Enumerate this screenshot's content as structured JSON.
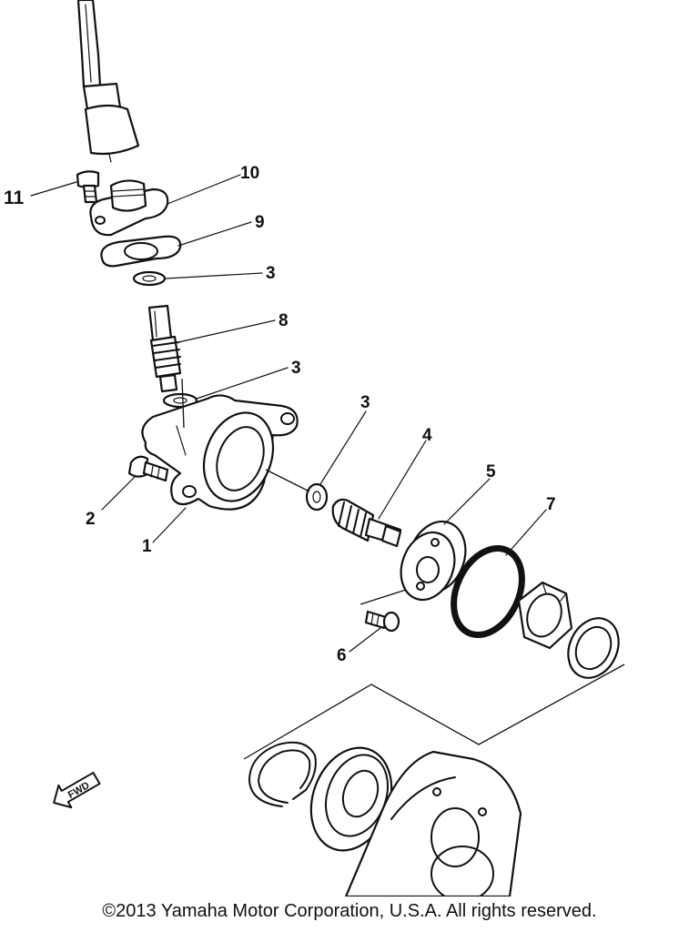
{
  "callouts": [
    {
      "id": "1",
      "label": "1"
    },
    {
      "id": "2",
      "label": "2"
    },
    {
      "id": "3a",
      "label": "3"
    },
    {
      "id": "3b",
      "label": "3"
    },
    {
      "id": "3c",
      "label": "3"
    },
    {
      "id": "4",
      "label": "4"
    },
    {
      "id": "5",
      "label": "5"
    },
    {
      "id": "6",
      "label": "6"
    },
    {
      "id": "7",
      "label": "7"
    },
    {
      "id": "8",
      "label": "8"
    },
    {
      "id": "9",
      "label": "9"
    },
    {
      "id": "10",
      "label": "10"
    },
    {
      "id": "11",
      "label": "11"
    }
  ],
  "fwd_label": "FWD",
  "copyright": "©2013 Yamaha Motor Corporation, U.S.A. All rights reserved."
}
